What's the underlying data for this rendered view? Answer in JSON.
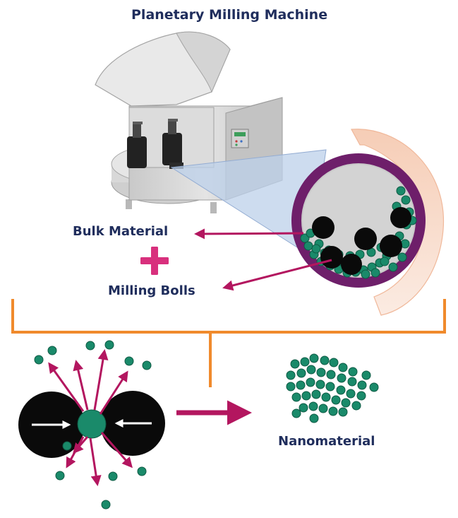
{
  "diagram": {
    "title": "Planetary Milling Machine",
    "labels": {
      "bulk_material": "Bulk Material",
      "milling_bolls": "Milling Bolls",
      "nanomaterial": "Nanomaterial",
      "plus_symbol": "+"
    },
    "colors": {
      "title_text": "#1f2d5c",
      "particle": "#1a8a6a",
      "ball": "#0a0a0a",
      "jar_ring": "#6e1f6a",
      "arrow": "#b3165f",
      "bracket": "#f08a2c",
      "rotation_arrow": "#f2d2bf",
      "beam": "#bcd0ea"
    },
    "icons": [
      "planetary-mill-icon",
      "milling-jar-icon",
      "rotation-arrow-icon",
      "plus-icon"
    ]
  }
}
